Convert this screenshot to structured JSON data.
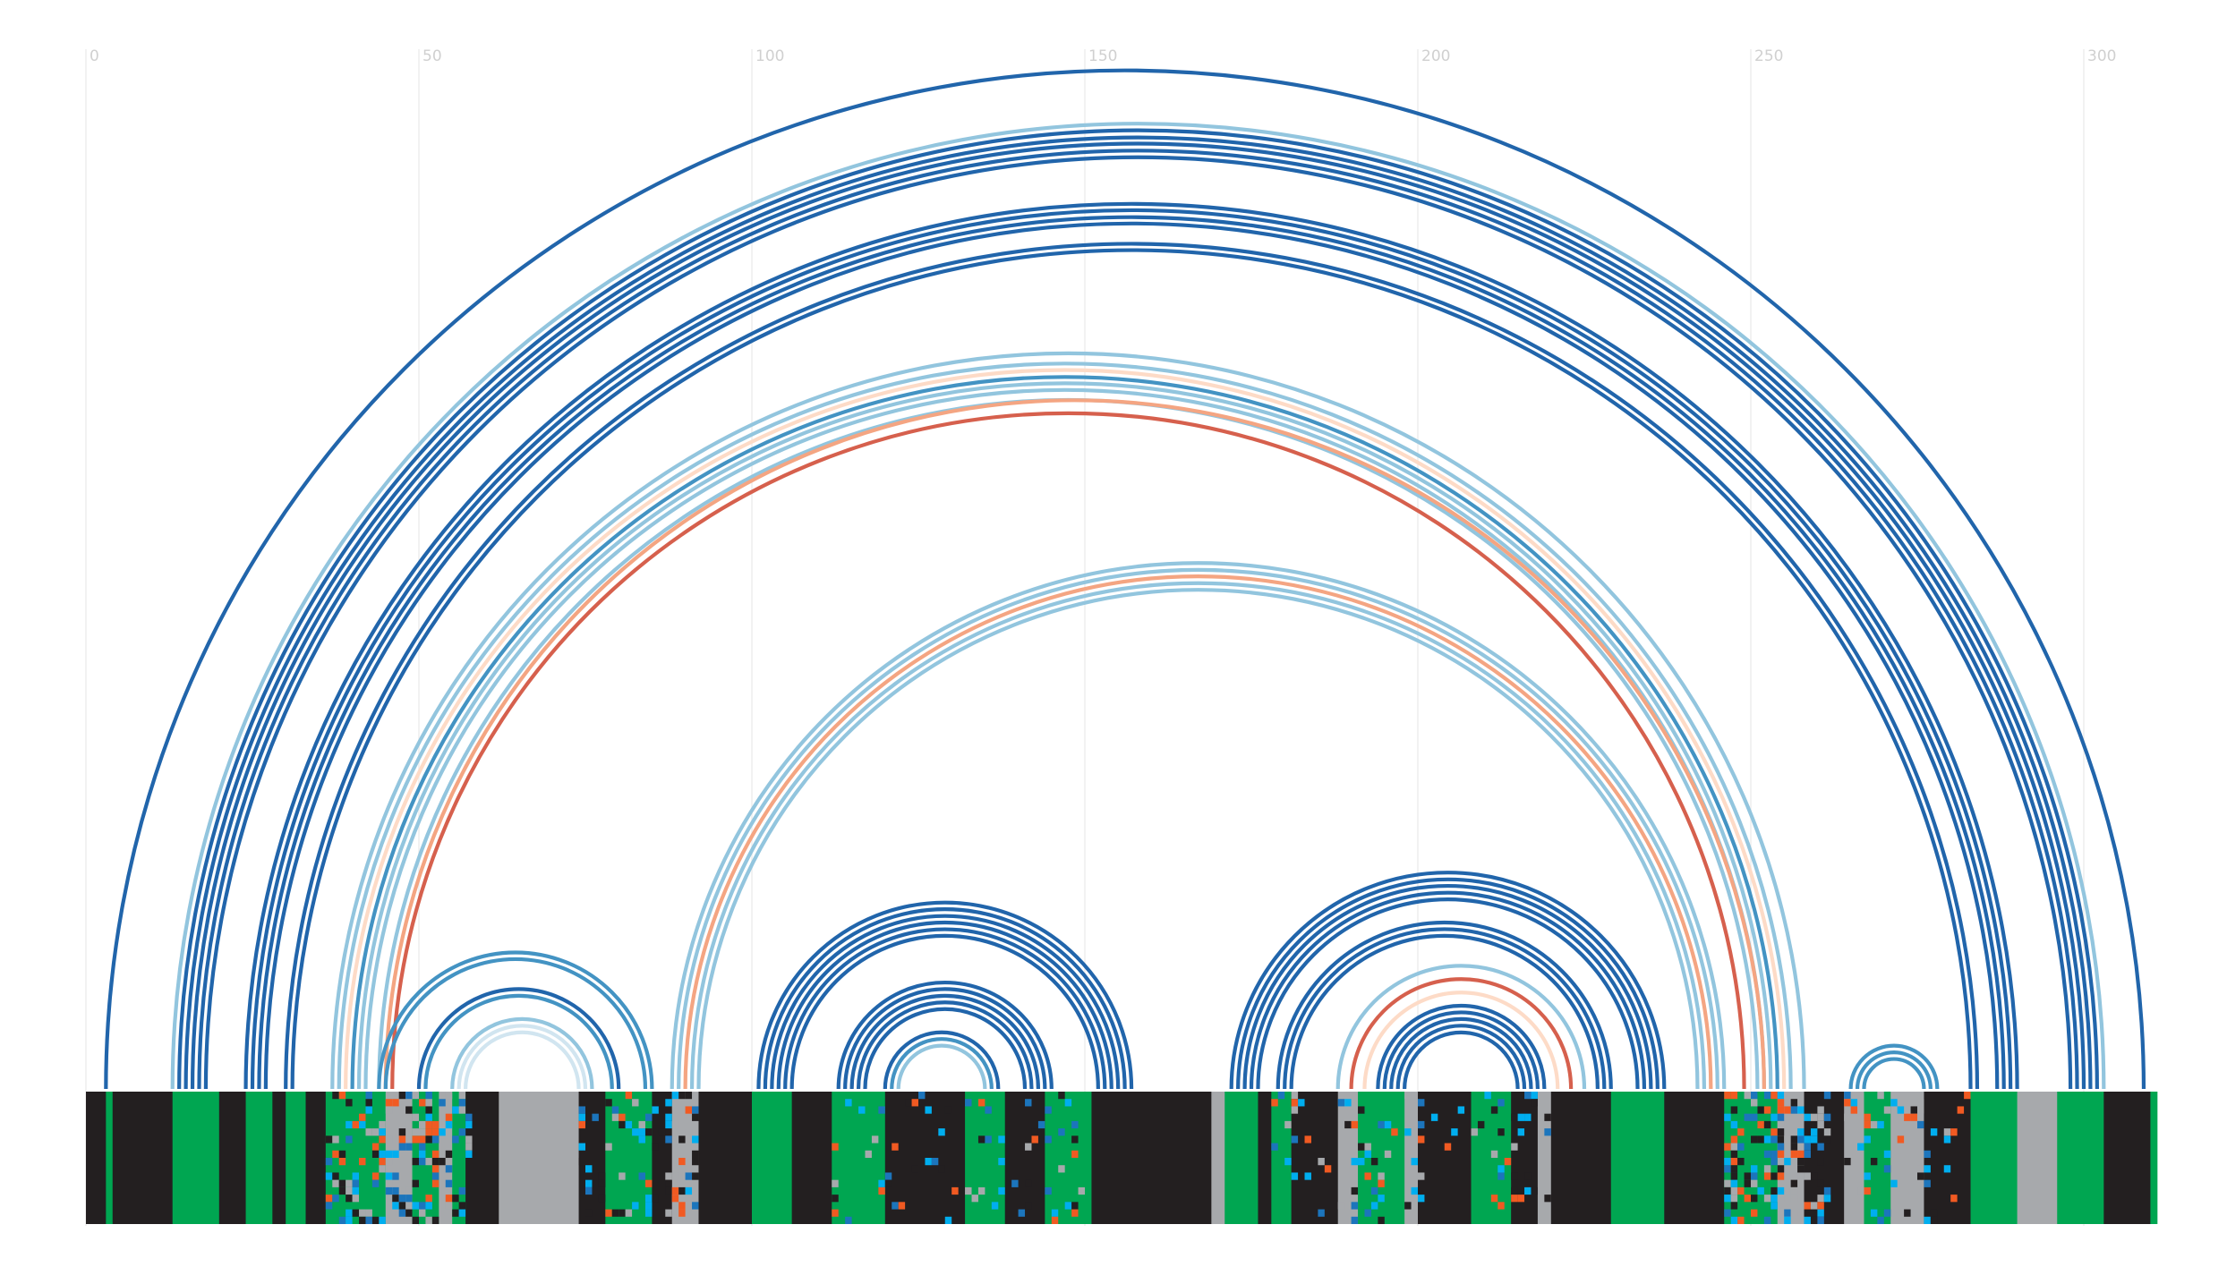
{
  "axis": {
    "ticks": [
      {
        "value": 0,
        "label": "0"
      },
      {
        "value": 50,
        "label": "50"
      },
      {
        "value": 100,
        "label": "100"
      },
      {
        "value": 150,
        "label": "150"
      },
      {
        "value": 200,
        "label": "200"
      },
      {
        "value": 250,
        "label": "250"
      },
      {
        "value": 300,
        "label": "300"
      }
    ],
    "min": 0,
    "max": 311
  },
  "colors": {
    "dark_blue": "#2165ab",
    "mid_blue": "#4393c3",
    "light_blue": "#92c5de",
    "pale_blue": "#d1e5f0",
    "red": "#d6604d",
    "salmon": "#f4a582",
    "peach": "#fddbc7",
    "track_black": "#231f20",
    "track_green": "#00a651",
    "track_gray": "#a7a9ac",
    "track_orange": "#f15a22",
    "track_cyan": "#00aeef",
    "track_blue": "#1c75bc"
  },
  "arc_groups": [
    {
      "name": "outer",
      "arcs": [
        {
          "i": 3,
          "j": 309,
          "color": "dark_blue"
        },
        {
          "i": 13,
          "j": 303,
          "color": "light_blue"
        },
        {
          "i": 14,
          "j": 302,
          "color": "dark_blue"
        },
        {
          "i": 15,
          "j": 301,
          "color": "dark_blue"
        },
        {
          "i": 16,
          "j": 300,
          "color": "dark_blue"
        },
        {
          "i": 17,
          "j": 299,
          "color": "dark_blue"
        },
        {
          "i": 18,
          "j": 298,
          "color": "dark_blue"
        },
        {
          "i": 24,
          "j": 290,
          "color": "dark_blue"
        },
        {
          "i": 25,
          "j": 289,
          "color": "dark_blue"
        },
        {
          "i": 26,
          "j": 288,
          "color": "dark_blue"
        },
        {
          "i": 27,
          "j": 287,
          "color": "dark_blue"
        },
        {
          "i": 30,
          "j": 284,
          "color": "dark_blue"
        },
        {
          "i": 31,
          "j": 283,
          "color": "dark_blue"
        }
      ]
    },
    {
      "name": "inner-large",
      "arcs": [
        {
          "i": 37,
          "j": 258,
          "color": "light_blue"
        },
        {
          "i": 38,
          "j": 256,
          "color": "light_blue"
        },
        {
          "i": 39,
          "j": 255,
          "color": "peach"
        },
        {
          "i": 40,
          "j": 254,
          "color": "mid_blue"
        },
        {
          "i": 41,
          "j": 253,
          "color": "light_blue"
        },
        {
          "i": 42,
          "j": 252,
          "color": "light_blue"
        },
        {
          "i": 44,
          "j": 251,
          "color": "light_blue"
        },
        {
          "i": 45,
          "j": 252,
          "color": "salmon"
        },
        {
          "i": 46,
          "j": 249,
          "color": "red"
        }
      ]
    },
    {
      "name": "mid",
      "arcs": [
        {
          "i": 88,
          "j": 246,
          "color": "light_blue"
        },
        {
          "i": 89,
          "j": 245,
          "color": "light_blue"
        },
        {
          "i": 90,
          "j": 244,
          "color": "salmon"
        },
        {
          "i": 91,
          "j": 243,
          "color": "light_blue"
        },
        {
          "i": 92,
          "j": 242,
          "color": "light_blue"
        }
      ]
    },
    {
      "name": "left-hairpin",
      "arcs": [
        {
          "i": 44,
          "j": 85,
          "color": "mid_blue"
        },
        {
          "i": 45,
          "j": 84,
          "color": "mid_blue"
        },
        {
          "i": 50,
          "j": 80,
          "color": "dark_blue"
        },
        {
          "i": 51,
          "j": 79,
          "color": "mid_blue"
        },
        {
          "i": 55,
          "j": 76,
          "color": "light_blue"
        },
        {
          "i": 56,
          "j": 75,
          "color": "pale_blue"
        },
        {
          "i": 57,
          "j": 74,
          "color": "pale_blue"
        }
      ]
    },
    {
      "name": "hairpin-2a",
      "arcs": [
        {
          "i": 101,
          "j": 157,
          "color": "dark_blue"
        },
        {
          "i": 102,
          "j": 156,
          "color": "dark_blue"
        },
        {
          "i": 103,
          "j": 155,
          "color": "dark_blue"
        },
        {
          "i": 104,
          "j": 154,
          "color": "dark_blue"
        },
        {
          "i": 105,
          "j": 153,
          "color": "dark_blue"
        },
        {
          "i": 106,
          "j": 152,
          "color": "dark_blue"
        }
      ]
    },
    {
      "name": "hairpin-2b",
      "arcs": [
        {
          "i": 113,
          "j": 145,
          "color": "dark_blue"
        },
        {
          "i": 114,
          "j": 144,
          "color": "dark_blue"
        },
        {
          "i": 115,
          "j": 143,
          "color": "dark_blue"
        },
        {
          "i": 116,
          "j": 142,
          "color": "dark_blue"
        },
        {
          "i": 117,
          "j": 141,
          "color": "dark_blue"
        }
      ]
    },
    {
      "name": "hairpin-2c",
      "arcs": [
        {
          "i": 120,
          "j": 137,
          "color": "dark_blue"
        },
        {
          "i": 121,
          "j": 136,
          "color": "mid_blue"
        },
        {
          "i": 122,
          "j": 135,
          "color": "light_blue"
        }
      ]
    },
    {
      "name": "hairpin-3a",
      "arcs": [
        {
          "i": 172,
          "j": 237,
          "color": "dark_blue"
        },
        {
          "i": 173,
          "j": 236,
          "color": "dark_blue"
        },
        {
          "i": 174,
          "j": 235,
          "color": "dark_blue"
        },
        {
          "i": 175,
          "j": 234,
          "color": "dark_blue"
        },
        {
          "i": 176,
          "j": 233,
          "color": "dark_blue"
        },
        {
          "i": 179,
          "j": 229,
          "color": "dark_blue"
        },
        {
          "i": 180,
          "j": 228,
          "color": "dark_blue"
        },
        {
          "i": 181,
          "j": 227,
          "color": "dark_blue"
        }
      ]
    },
    {
      "name": "hairpin-3b",
      "arcs": [
        {
          "i": 188,
          "j": 225,
          "color": "light_blue"
        },
        {
          "i": 190,
          "j": 223,
          "color": "red"
        },
        {
          "i": 192,
          "j": 221,
          "color": "peach"
        },
        {
          "i": 194,
          "j": 219,
          "color": "dark_blue"
        },
        {
          "i": 195,
          "j": 218,
          "color": "dark_blue"
        },
        {
          "i": 196,
          "j": 217,
          "color": "dark_blue"
        },
        {
          "i": 197,
          "j": 216,
          "color": "dark_blue"
        },
        {
          "i": 198,
          "j": 215,
          "color": "dark_blue"
        }
      ]
    },
    {
      "name": "hairpin-4",
      "arcs": [
        {
          "i": 265,
          "j": 278,
          "color": "mid_blue"
        },
        {
          "i": 266,
          "j": 277,
          "color": "mid_blue"
        },
        {
          "i": 267,
          "j": 276,
          "color": "mid_blue"
        }
      ]
    }
  ],
  "track": {
    "start": 0,
    "end": 311,
    "segments": [
      {
        "from": 0,
        "to": 3,
        "color": "track_black"
      },
      {
        "from": 3,
        "to": 4,
        "color": "track_green"
      },
      {
        "from": 4,
        "to": 13,
        "color": "track_black"
      },
      {
        "from": 13,
        "to": 20,
        "color": "track_green"
      },
      {
        "from": 20,
        "to": 24,
        "color": "track_black"
      },
      {
        "from": 24,
        "to": 28,
        "color": "track_green"
      },
      {
        "from": 28,
        "to": 30,
        "color": "track_black"
      },
      {
        "from": 30,
        "to": 33,
        "color": "track_green"
      },
      {
        "from": 33,
        "to": 36,
        "color": "track_black"
      },
      {
        "from": 36,
        "to": 45,
        "color": "track_green"
      },
      {
        "from": 45,
        "to": 49,
        "color": "track_gray"
      },
      {
        "from": 49,
        "to": 53,
        "color": "track_green"
      },
      {
        "from": 53,
        "to": 55,
        "color": "track_gray"
      },
      {
        "from": 55,
        "to": 57,
        "color": "track_green"
      },
      {
        "from": 57,
        "to": 62,
        "color": "track_black"
      },
      {
        "from": 62,
        "to": 74,
        "color": "track_gray"
      },
      {
        "from": 74,
        "to": 78,
        "color": "track_black"
      },
      {
        "from": 78,
        "to": 85,
        "color": "track_green"
      },
      {
        "from": 85,
        "to": 88,
        "color": "track_black"
      },
      {
        "from": 88,
        "to": 92,
        "color": "track_gray"
      },
      {
        "from": 92,
        "to": 100,
        "color": "track_black"
      },
      {
        "from": 100,
        "to": 106,
        "color": "track_green"
      },
      {
        "from": 106,
        "to": 112,
        "color": "track_black"
      },
      {
        "from": 112,
        "to": 120,
        "color": "track_green"
      },
      {
        "from": 120,
        "to": 132,
        "color": "track_black"
      },
      {
        "from": 132,
        "to": 138,
        "color": "track_green"
      },
      {
        "from": 138,
        "to": 144,
        "color": "track_black"
      },
      {
        "from": 144,
        "to": 151,
        "color": "track_green"
      },
      {
        "from": 151,
        "to": 169,
        "color": "track_black"
      },
      {
        "from": 169,
        "to": 171,
        "color": "track_gray"
      },
      {
        "from": 171,
        "to": 176,
        "color": "track_green"
      },
      {
        "from": 176,
        "to": 178,
        "color": "track_black"
      },
      {
        "from": 178,
        "to": 181,
        "color": "track_green"
      },
      {
        "from": 181,
        "to": 188,
        "color": "track_black"
      },
      {
        "from": 188,
        "to": 191,
        "color": "track_gray"
      },
      {
        "from": 191,
        "to": 198,
        "color": "track_green"
      },
      {
        "from": 198,
        "to": 200,
        "color": "track_gray"
      },
      {
        "from": 200,
        "to": 208,
        "color": "track_black"
      },
      {
        "from": 208,
        "to": 214,
        "color": "track_green"
      },
      {
        "from": 214,
        "to": 218,
        "color": "track_black"
      },
      {
        "from": 218,
        "to": 220,
        "color": "track_gray"
      },
      {
        "from": 220,
        "to": 229,
        "color": "track_black"
      },
      {
        "from": 229,
        "to": 237,
        "color": "track_green"
      },
      {
        "from": 237,
        "to": 246,
        "color": "track_black"
      },
      {
        "from": 246,
        "to": 254,
        "color": "track_green"
      },
      {
        "from": 254,
        "to": 258,
        "color": "track_gray"
      },
      {
        "from": 258,
        "to": 264,
        "color": "track_black"
      },
      {
        "from": 264,
        "to": 267,
        "color": "track_gray"
      },
      {
        "from": 267,
        "to": 271,
        "color": "track_green"
      },
      {
        "from": 271,
        "to": 276,
        "color": "track_gray"
      },
      {
        "from": 276,
        "to": 283,
        "color": "track_black"
      },
      {
        "from": 283,
        "to": 290,
        "color": "track_green"
      },
      {
        "from": 290,
        "to": 296,
        "color": "track_gray"
      },
      {
        "from": 296,
        "to": 303,
        "color": "track_green"
      },
      {
        "from": 303,
        "to": 310,
        "color": "track_black"
      },
      {
        "from": 310,
        "to": 311,
        "color": "track_green"
      }
    ],
    "noise_ranges": [
      {
        "from": 36,
        "to": 58,
        "density": 0.35
      },
      {
        "from": 74,
        "to": 92,
        "density": 0.25
      },
      {
        "from": 112,
        "to": 151,
        "density": 0.08
      },
      {
        "from": 178,
        "to": 220,
        "density": 0.1
      },
      {
        "from": 246,
        "to": 262,
        "density": 0.45
      },
      {
        "from": 264,
        "to": 283,
        "density": 0.12
      }
    ],
    "noise_colors": [
      "track_orange",
      "track_cyan",
      "track_blue",
      "track_gray",
      "track_black"
    ]
  }
}
